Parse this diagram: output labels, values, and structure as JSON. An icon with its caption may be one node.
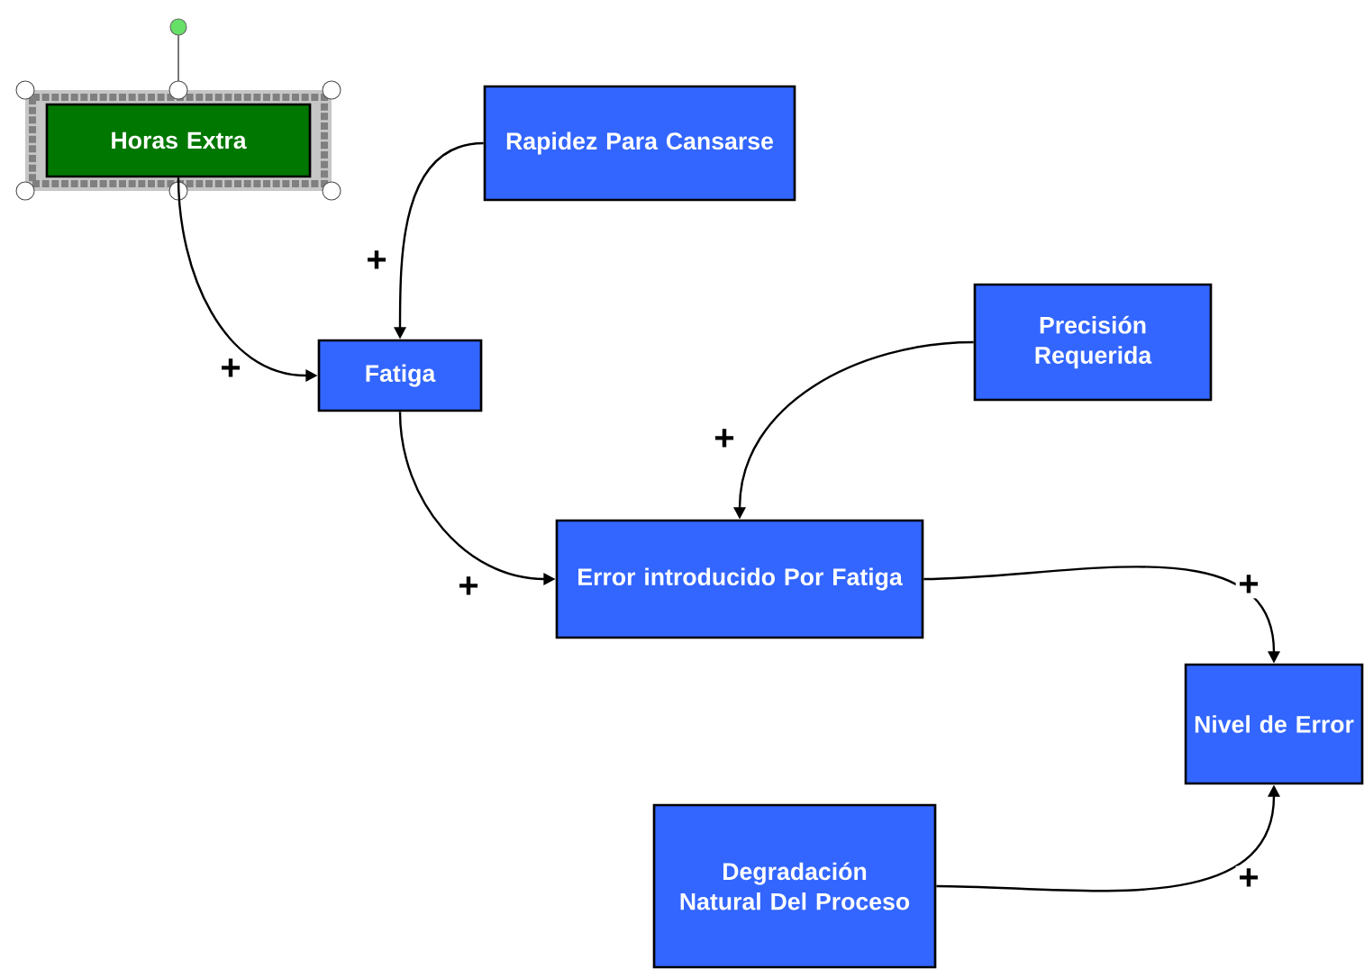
{
  "diagram": {
    "nodes": [
      {
        "text": [
          "Horas Extra"
        ]
      },
      {
        "text": [
          "Rapidez Para Cansarse"
        ]
      },
      {
        "text": [
          "Fatiga"
        ]
      },
      {
        "text": [
          "Precisión Requerida"
        ]
      },
      {
        "text": [
          "Error introducido Por Fatiga"
        ]
      },
      {
        "text": [
          "Nivel de Error"
        ]
      },
      {
        "text": [
          "Degradación Natural Del Proceso"
        ]
      }
    ],
    "edges": [
      {
        "from": 0,
        "to": 2,
        "arrow": "to",
        "label": "+"
      },
      {
        "from": 1,
        "to": 2,
        "arrow": "to",
        "label": "+"
      },
      {
        "from": 2,
        "to": 4,
        "arrow": "to",
        "label": "+"
      },
      {
        "from": 3,
        "to": 4,
        "arrow": "to",
        "label": "+"
      },
      {
        "from": 4,
        "to": 5,
        "arrow": "to",
        "label": "+"
      },
      {
        "from": 6,
        "to": 5,
        "arrow": "to",
        "label": "+"
      }
    ]
  }
}
